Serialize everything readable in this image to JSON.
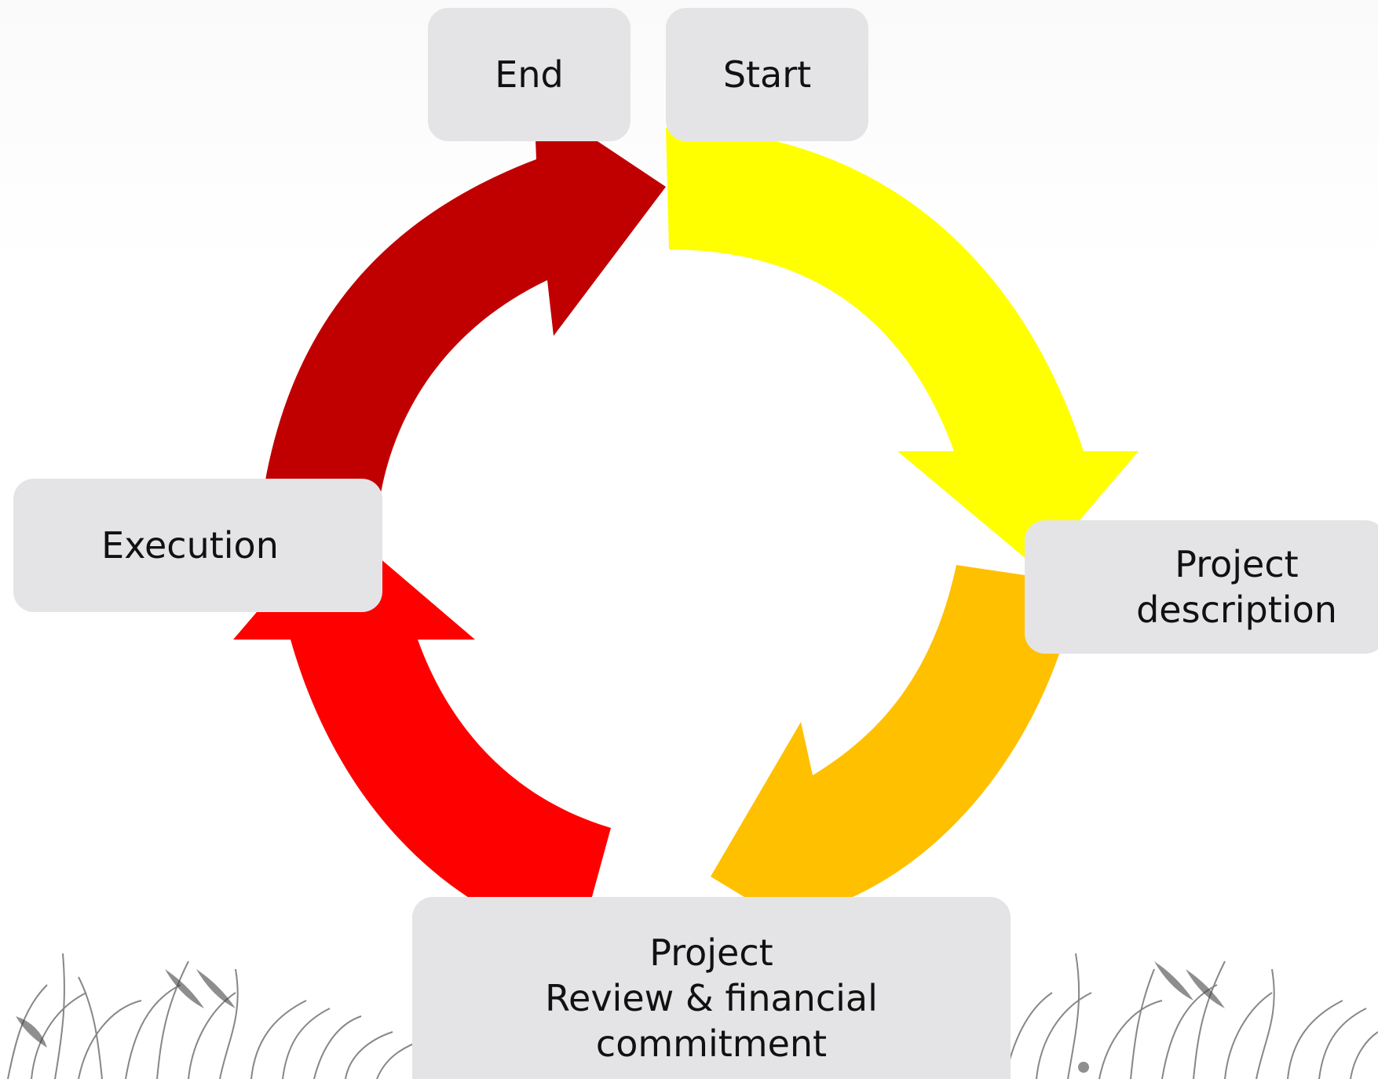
{
  "diagram": {
    "type": "cycle",
    "stages": [
      {
        "id": "start",
        "label": "Start"
      },
      {
        "id": "description",
        "label": "Project\ndescription"
      },
      {
        "id": "review",
        "label": "Project\nReview & financial\ncommitment"
      },
      {
        "id": "execution",
        "label": "Execution"
      },
      {
        "id": "end",
        "label": "End"
      }
    ],
    "arrows": [
      {
        "from": "Start",
        "to": "Project description",
        "color": "#ffff00"
      },
      {
        "from": "Project description",
        "to": "Project Review & financial commitment",
        "color": "#ffc000"
      },
      {
        "from": "Project Review & financial commitment",
        "to": "Execution",
        "color": "#ff0000"
      },
      {
        "from": "Execution",
        "to": "End",
        "color": "#c00000"
      }
    ],
    "box_color": "#e4e4e6",
    "background_decoration": "grass-silhouette"
  }
}
